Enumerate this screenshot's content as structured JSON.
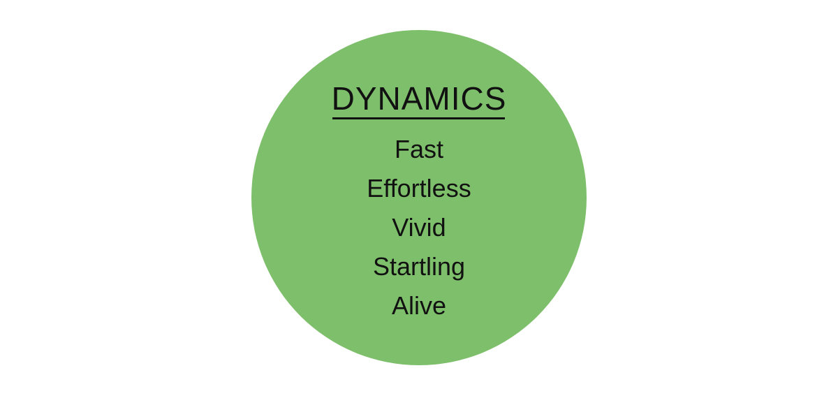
{
  "title": "DYNAMICS",
  "items": [
    "Fast",
    "Effortless",
    "Vivid",
    "Startling",
    "Alive"
  ],
  "colors": {
    "circle": "#7ebf6b",
    "text": "#111111"
  }
}
